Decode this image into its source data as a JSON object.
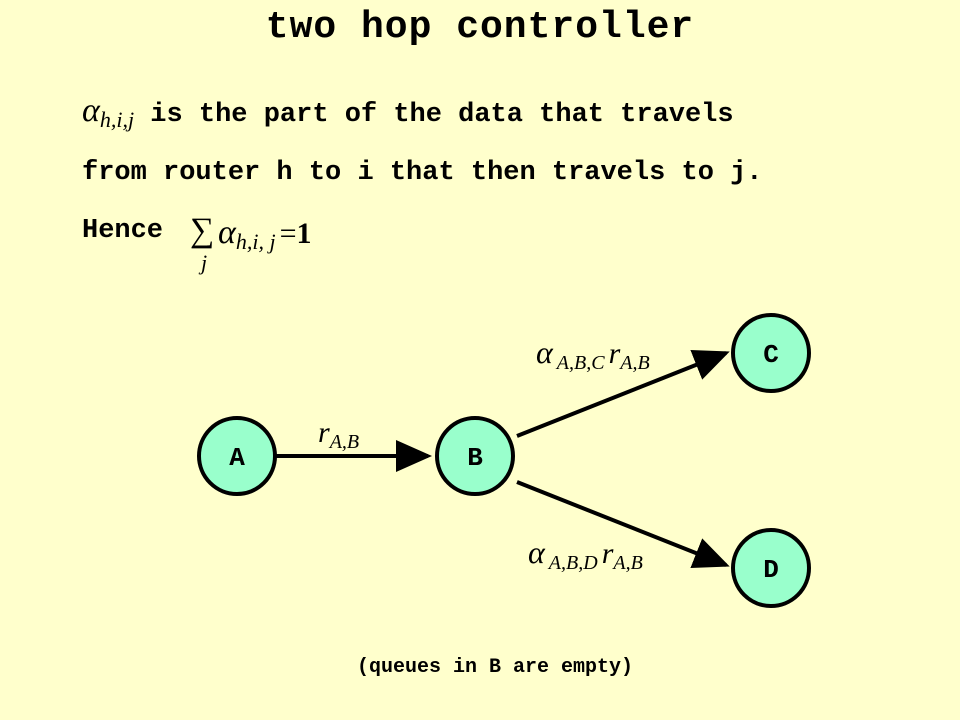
{
  "title": "two hop controller",
  "definition": {
    "symbol": "α",
    "subscript": "h,i,j",
    "line1_text": " is the part of the data that travels",
    "line2_text": "from router h to i that then travels to j.",
    "line3_lead": "Hence ",
    "sum_symbol": "∑",
    "sum_index": "j",
    "sum_alpha": "α",
    "sum_subscript": "h,i, j",
    "sum_equals": "=",
    "sum_value": "1"
  },
  "diagram": {
    "nodes": [
      {
        "id": "A",
        "label": "A"
      },
      {
        "id": "B",
        "label": "B"
      },
      {
        "id": "C",
        "label": "C"
      },
      {
        "id": "D",
        "label": "D"
      }
    ],
    "edges": [
      {
        "from": "A",
        "to": "B",
        "label_r": "r",
        "label_r_sub": "A,B"
      },
      {
        "from": "B",
        "to": "C",
        "label_alpha": "α",
        "label_alpha_sub": "A,B,C",
        "label_r": "r",
        "label_r_sub": "A,B"
      },
      {
        "from": "B",
        "to": "D",
        "label_alpha": "α",
        "label_alpha_sub": "A,B,D",
        "label_r": "r",
        "label_r_sub": "A,B"
      }
    ],
    "colors": {
      "background": "#ffffcc",
      "node_fill": "#99ffcc",
      "stroke": "#000000"
    }
  },
  "caption": "(queues in B are empty)"
}
